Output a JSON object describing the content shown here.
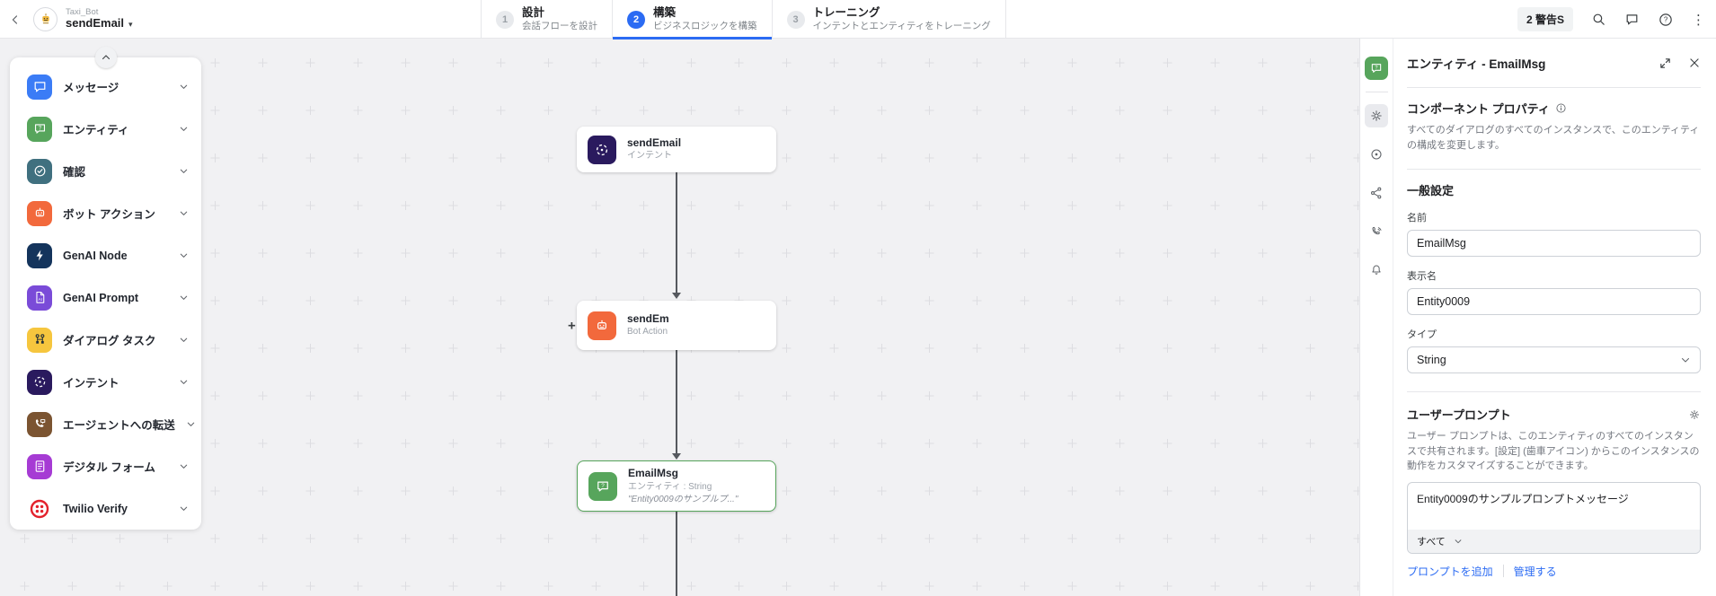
{
  "colors": {
    "accent_blue": "#2b6bf3",
    "selected_green": "#57a55c",
    "canvas_bg": "#f1f1f3",
    "tile_message": "#3b7cf6",
    "tile_entity": "#57a55c",
    "tile_confirm": "#40707f",
    "tile_bot_action": "#f2693c",
    "tile_genai_node": "#14345c",
    "tile_genai_prompt": "#7a4bd8",
    "tile_dialog_task": "#f6c63e",
    "tile_intent": "#2a1a5e",
    "tile_agent_transfer": "#7b5431",
    "tile_digital_form": "#a63bd4",
    "twilio_red": "#e3212c"
  },
  "icons": {
    "back": "‹",
    "breadcrumb_caret": "▾",
    "kebab": "⋮",
    "plus": "+"
  },
  "header": {
    "breadcrumb": {
      "app": "Taxi_Bot",
      "dialog": "sendEmail"
    },
    "tabs": [
      {
        "num": "1",
        "title": "設計",
        "subtitle": "会話フローを設計"
      },
      {
        "num": "2",
        "title": "構築",
        "subtitle": "ビジネスロジックを構築"
      },
      {
        "num": "3",
        "title": "トレーニング",
        "subtitle": "インテントとエンティティをトレーニング"
      }
    ],
    "warning_badge": "2 警告S"
  },
  "palette": {
    "items": [
      {
        "label": "メッセージ"
      },
      {
        "label": "エンティティ"
      },
      {
        "label": "確認"
      },
      {
        "label": "ボット アクション"
      },
      {
        "label": "GenAI Node"
      },
      {
        "label": "GenAI Prompt"
      },
      {
        "label": "ダイアログ タスク"
      },
      {
        "label": "インテント"
      },
      {
        "label": "エージェントへの転送"
      },
      {
        "label": "デジタル フォーム"
      },
      {
        "label": "Twilio Verify"
      }
    ]
  },
  "canvas": {
    "plus": "+",
    "nodes": [
      {
        "title": "sendEmail",
        "subtitle": "インテント"
      },
      {
        "title": "sendEm",
        "subtitle": "Bot Action"
      },
      {
        "title": "EmailMsg",
        "subtitle": "エンティティ : String",
        "quote": "\"Entity0009のサンプルプ...\""
      }
    ]
  },
  "panel": {
    "title": "エンティティ - EmailMsg",
    "component": {
      "heading": "コンポーネント プロパティ",
      "desc": "すべてのダイアログのすべてのインスタンスで、このエンティティの構成を変更します。"
    },
    "general": {
      "heading": "一般設定",
      "name_label": "名前",
      "name_value": "EmailMsg",
      "display_label": "表示名",
      "display_value": "Entity0009",
      "type_label": "タイプ",
      "type_value": "String"
    },
    "prompt": {
      "heading": "ユーザープロンプト",
      "desc": "ユーザー プロンプトは、このエンティティのすべてのインスタンスで共有されます。[設定] (歯車アイコン) からこのインスタンスの動作をカスタマイズすることができます。",
      "value": "Entity0009のサンプルプロンプトメッセージ",
      "filter": "すべて",
      "add_link": "プロンプトを追加",
      "manage_link": "管理する"
    }
  }
}
